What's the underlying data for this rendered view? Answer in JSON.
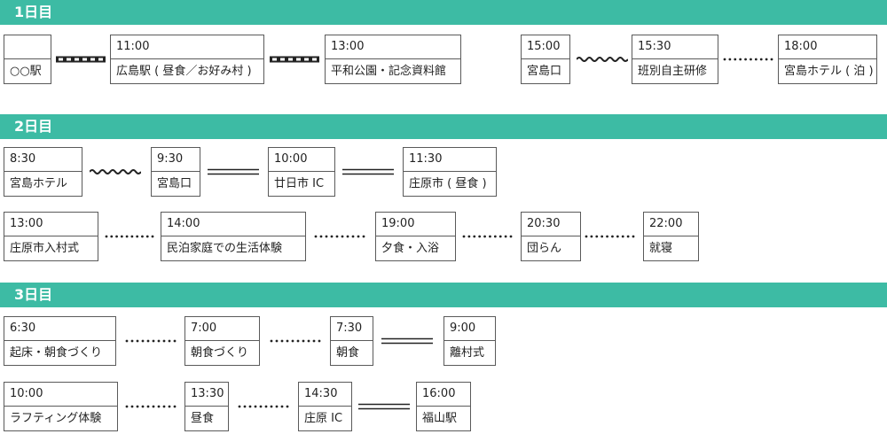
{
  "days": [
    {
      "title": "1日目",
      "rows": [
        {
          "nodes": [
            {
              "time": "",
              "place": "○○駅"
            },
            {
              "time": "11:00",
              "place": "広島駅 ( 昼食／お好み村 )"
            },
            {
              "time": "13:00",
              "place": "平和公園・記念資料館"
            },
            {
              "time": "15:00",
              "place": "宮島口"
            },
            {
              "time": "15:30",
              "place": "班別自主研修"
            },
            {
              "time": "18:00",
              "place": "宮島ホテル ( 泊 )"
            }
          ],
          "links": [
            "rail",
            "rail",
            "none",
            "wave",
            "dots"
          ]
        }
      ]
    },
    {
      "title": "2日目",
      "rows": [
        {
          "nodes": [
            {
              "time": "8:30",
              "place": "宮島ホテル"
            },
            {
              "time": "9:30",
              "place": "宮島口"
            },
            {
              "time": "10:00",
              "place": "廿日市 IC"
            },
            {
              "time": "11:30",
              "place": "庄原市 ( 昼食 )"
            }
          ],
          "links": [
            "wave",
            "road",
            "road"
          ]
        },
        {
          "nodes": [
            {
              "time": "13:00",
              "place": "庄原市入村式"
            },
            {
              "time": "14:00",
              "place": "民泊家庭での生活体験"
            },
            {
              "time": "19:00",
              "place": "夕食・入浴"
            },
            {
              "time": "20:30",
              "place": "団らん"
            },
            {
              "time": "22:00",
              "place": "就寝"
            }
          ],
          "links": [
            "dots",
            "dots",
            "dots",
            "dots"
          ]
        }
      ]
    },
    {
      "title": "3日目",
      "rows": [
        {
          "nodes": [
            {
              "time": "6:30",
              "place": "起床・朝食づくり"
            },
            {
              "time": "7:00",
              "place": "朝食づくり"
            },
            {
              "time": "7:30",
              "place": "朝食"
            },
            {
              "time": "9:00",
              "place": "離村式"
            }
          ],
          "links": [
            "dots",
            "dots",
            "road"
          ]
        },
        {
          "nodes": [
            {
              "time": "10:00",
              "place": "ラフティング体験"
            },
            {
              "time": "13:30",
              "place": "昼食"
            },
            {
              "time": "14:30",
              "place": "庄原 IC"
            },
            {
              "time": "16:00",
              "place": "福山駅"
            }
          ],
          "links": [
            "dots",
            "dots",
            "road"
          ]
        }
      ]
    }
  ],
  "colors": {
    "header_bg": "#3dbba4",
    "header_text": "#ffffff",
    "border": "#5a5a5a",
    "connector": "#222222"
  }
}
